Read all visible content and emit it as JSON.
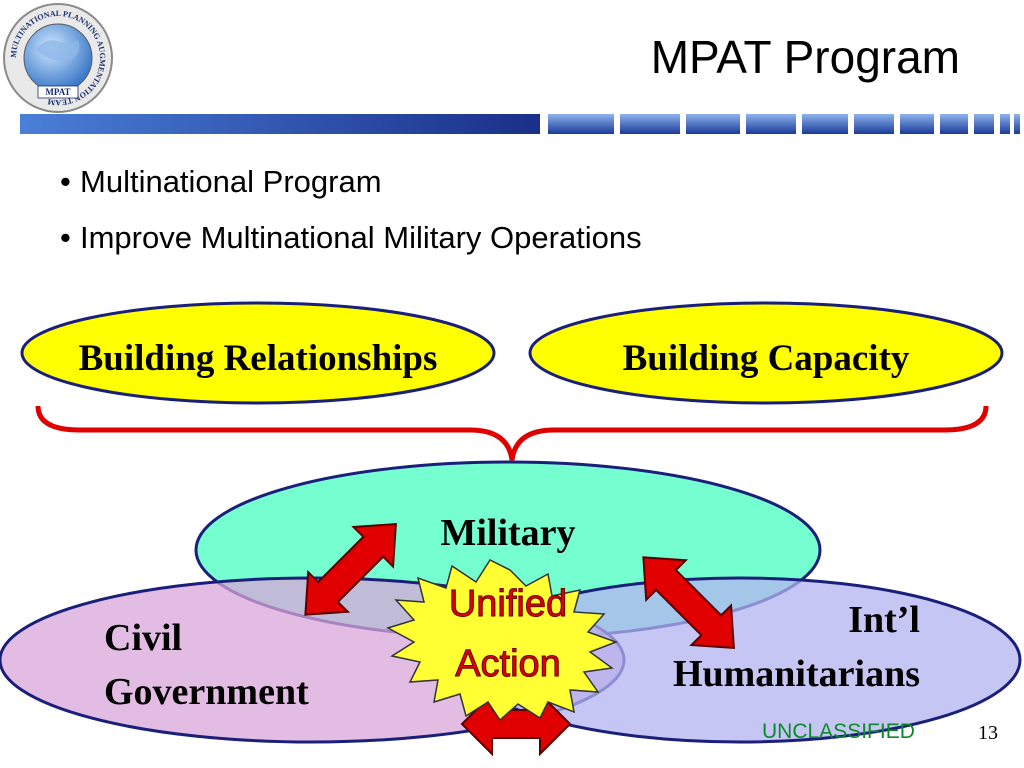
{
  "slide": {
    "title": "MPAT Program",
    "logo": {
      "ring_text": "MULTINATIONAL PLANNING AUGMENTATION TEAM",
      "center_text": "MPAT"
    },
    "bullets": [
      "Multinational Program",
      "Improve Multinational Military Operations"
    ],
    "pillars": {
      "left": "Building Relationships",
      "right": "Building Capacity"
    },
    "venn": {
      "military": "Military",
      "civil_line1": "Civil",
      "civil_line2": "Government",
      "intl_line1": "Int’l",
      "intl_line2": "Humanitarians",
      "burst_line1": "Unified",
      "burst_line2": "Action"
    },
    "footer": {
      "classification": "UNCLASSIFIED",
      "page_number": "13"
    }
  },
  "colors": {
    "header_dark": "#1a2f8a",
    "header_light": "#6f9ee6",
    "pillar_fill": "#ffff00",
    "pillar_stroke": "#1a1f7a",
    "brace": "#e00000",
    "military_fill": "#66ffcc",
    "civil_fill": "#d9a6d9",
    "intl_fill": "#b3b3f0",
    "burst_fill": "#ffff33",
    "burst_text": "#e00000",
    "arrow": "#e00000",
    "classification_text": "#0a8a2a"
  }
}
